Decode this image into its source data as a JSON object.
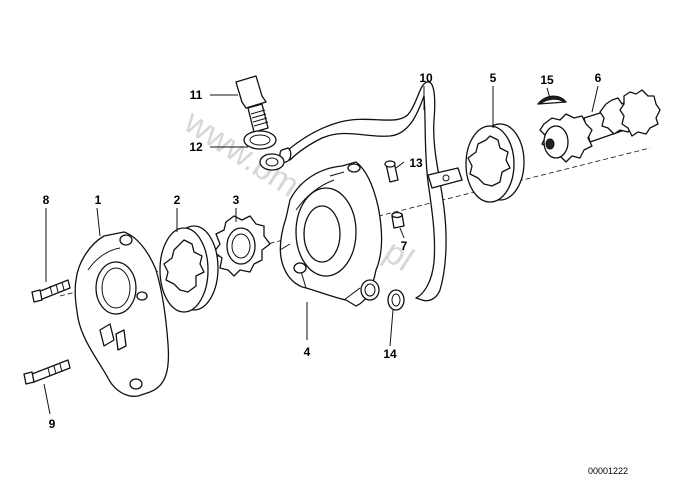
{
  "diagram": {
    "watermark": "www.bmwstore.pl",
    "drawing_code": "00001222",
    "labels": [
      "1",
      "2",
      "3",
      "4",
      "5",
      "6",
      "7",
      "8",
      "9",
      "10",
      "11",
      "12",
      "13",
      "14",
      "15"
    ]
  }
}
